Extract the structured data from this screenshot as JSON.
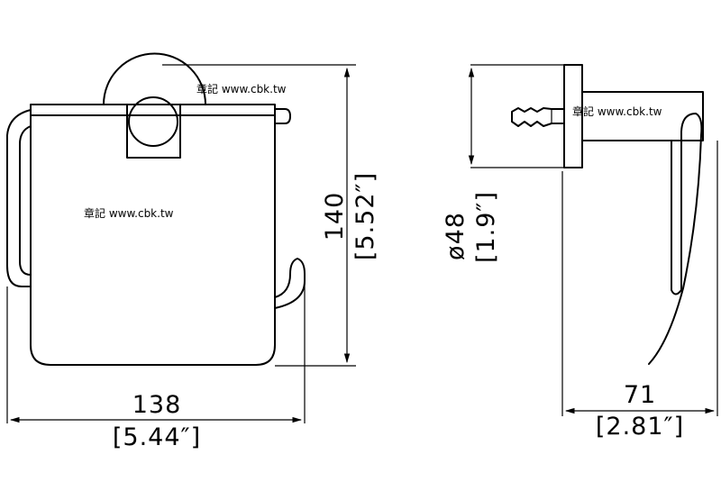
{
  "dimensions": {
    "width_mm": "138",
    "width_in": "[5.44″]",
    "height_mm": "140",
    "height_in": "[5.52″]",
    "diameter_mm": "ø48",
    "diameter_in": "[1.9″]",
    "depth_mm": "71",
    "depth_in": "[2.81″]"
  },
  "watermarks": {
    "top": "章記 www.cbk.tw",
    "middle": "章記 www.cbk.tw",
    "side": "章記 www.cbk.tw"
  }
}
